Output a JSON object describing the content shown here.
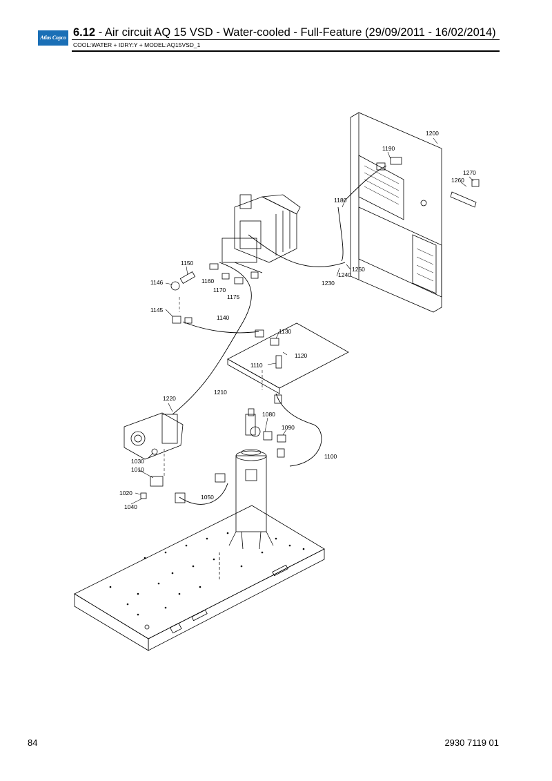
{
  "header": {
    "logo_text": "Atlas Copco",
    "section_number": "6.12",
    "title_rest": " - Air circuit AQ 15 VSD - Water-cooled - Full-Feature (29/09/2011 - 16/02/2014)",
    "subtitle": "COOL:WATER + IDRY:Y + MODEL:AQ15VSD_1"
  },
  "callouts": [
    "1200",
    "1190",
    "1270",
    "1260",
    "1180",
    "1150",
    "1146",
    "1160",
    "1170",
    "1175",
    "1250",
    "1240",
    "1230",
    "1145",
    "1140",
    "1130",
    "1120",
    "1110",
    "1210",
    "1220",
    "1080",
    "1090",
    "1100",
    "1030",
    "1010",
    "1020",
    "1040",
    "1050"
  ],
  "footer": {
    "page_number": "84",
    "document_number": "2930 7119 01"
  }
}
